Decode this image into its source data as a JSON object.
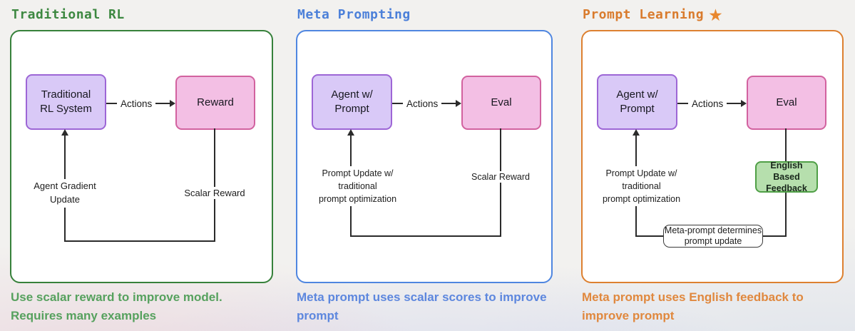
{
  "panels": [
    {
      "title": "Traditional RL",
      "caption": "Use scalar reward to improve model. Requires many examples",
      "colors": {
        "accent": "#3d8841",
        "caption": "#56a15e",
        "frame_border": "#37813b"
      },
      "nodes": {
        "agent": {
          "label": "Traditional\nRL System",
          "fill": "#d9c9f7",
          "border": "#9d66d6"
        },
        "eval": {
          "label": "Reward",
          "fill": "#f3bfe4",
          "border": "#d2629f"
        }
      },
      "edges": {
        "actions": "Actions",
        "left_loop": "Agent Gradient\nUpdate",
        "right_loop": "Scalar Reward"
      }
    },
    {
      "title": "Meta Prompting",
      "caption": "Meta prompt uses scalar scores to improve prompt",
      "colors": {
        "accent": "#4c80d9",
        "caption": "#5d87de",
        "frame_border": "#4f86e0"
      },
      "nodes": {
        "agent": {
          "label": "Agent w/\nPrompt",
          "fill": "#d9c9f7",
          "border": "#9d66d6"
        },
        "eval": {
          "label": "Eval",
          "fill": "#f3bfe4",
          "border": "#d2629f"
        }
      },
      "edges": {
        "actions": "Actions",
        "left_loop": "Prompt Update w/ traditional\nprompt optimization",
        "right_loop": "Scalar Reward"
      }
    },
    {
      "title": "Prompt Learning",
      "star": "★",
      "caption": "Meta prompt uses English feedback to improve prompt",
      "colors": {
        "accent": "#d97b2d",
        "caption": "#e0883e",
        "frame_border": "#dd8030",
        "star": "#e8872e"
      },
      "nodes": {
        "agent": {
          "label": "Agent w/\nPrompt",
          "fill": "#d9c9f7",
          "border": "#9d66d6"
        },
        "eval": {
          "label": "Eval",
          "fill": "#f3bfe4",
          "border": "#d2629f"
        },
        "feedback": {
          "label": "English Based\nFeedback",
          "fill": "#b6dfad",
          "border": "#4f9f46"
        },
        "meta": {
          "label": "Meta-prompt determines\nprompt update",
          "fill": "#ffffff",
          "border": "#3a3a3a"
        }
      },
      "edges": {
        "actions": "Actions",
        "left_loop": "Prompt Update w/ traditional\nprompt optimization"
      }
    }
  ]
}
